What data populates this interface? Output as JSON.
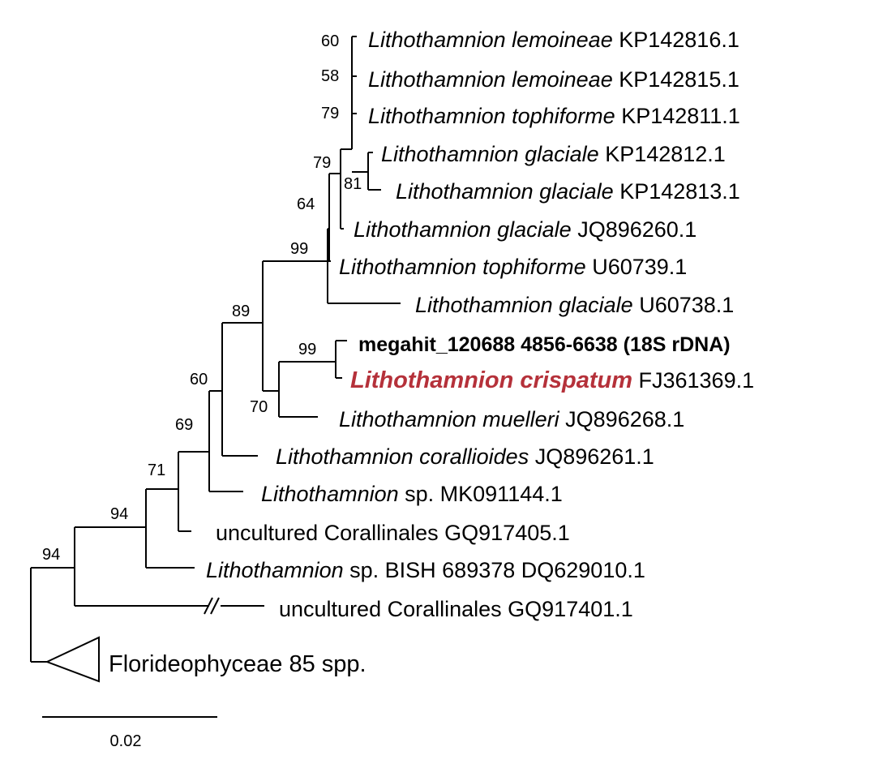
{
  "colors": {
    "line": "#000000",
    "text": "#000000",
    "highlight": "#b5313a"
  },
  "tree": {
    "leaves": [
      {
        "genus": "Lithothamnion lemoineae",
        "rest": " KP142816.1",
        "style": "normal"
      },
      {
        "genus": "Lithothamnion lemoineae",
        "rest": " KP142815.1",
        "style": "normal"
      },
      {
        "genus": "Lithothamnion tophiforme",
        "rest": " KP142811.1",
        "style": "normal"
      },
      {
        "genus": "Lithothamnion glaciale",
        "rest": " KP142812.1",
        "style": "normal"
      },
      {
        "genus": "Lithothamnion glaciale",
        "rest": " KP142813.1",
        "style": "normal"
      },
      {
        "genus": "Lithothamnion glaciale",
        "rest": " JQ896260.1",
        "style": "normal"
      },
      {
        "genus": "Lithothamnion tophiforme",
        "rest": " U60739.1",
        "style": "normal"
      },
      {
        "genus": "Lithothamnion glaciale",
        "rest": " U60738.1",
        "style": "normal"
      },
      {
        "genus": "",
        "rest": "megahit_120688 4856-6638 (18S rDNA)",
        "style": "bold"
      },
      {
        "genus": "Lithothamnion crispatum",
        "rest": " FJ361369.1",
        "style": "highlight"
      },
      {
        "genus": "Lithothamnion muelleri",
        "rest": " JQ896268.1",
        "style": "normal"
      },
      {
        "genus": "Lithothamnion corallioides",
        "rest": " JQ896261.1",
        "style": "normal"
      },
      {
        "genus": "Lithothamnion",
        "rest": " sp. MK091144.1",
        "style": "normal"
      },
      {
        "genus": "",
        "rest": "uncultured Corallinales GQ917405.1",
        "style": "normal"
      },
      {
        "genus": "Lithothamnion",
        "rest": " sp. BISH 689378 DQ629010.1",
        "style": "normal"
      },
      {
        "genus": "",
        "rest": "uncultured Corallinales GQ917401.1",
        "style": "normal"
      },
      {
        "genus": "",
        "rest": "Florideophyceae 85 spp.",
        "style": "collapsed"
      }
    ],
    "support_values": [
      {
        "value": "60",
        "style": "normal"
      },
      {
        "value": "58",
        "style": "normal"
      },
      {
        "value": "79",
        "style": "normal"
      },
      {
        "value": "79",
        "style": "normal"
      },
      {
        "value": "81",
        "style": "normal"
      },
      {
        "value": "64",
        "style": "normal"
      },
      {
        "value": "99",
        "style": "normal"
      },
      {
        "value": "89",
        "style": "normal"
      },
      {
        "value": "99",
        "style": "highlight"
      },
      {
        "value": "70",
        "style": "normal"
      },
      {
        "value": "60",
        "style": "normal"
      },
      {
        "value": "69",
        "style": "normal"
      },
      {
        "value": "71",
        "style": "normal"
      },
      {
        "value": "94",
        "style": "normal"
      },
      {
        "value": "94",
        "style": "normal"
      }
    ],
    "scale_bar": {
      "label": "0.02"
    }
  }
}
